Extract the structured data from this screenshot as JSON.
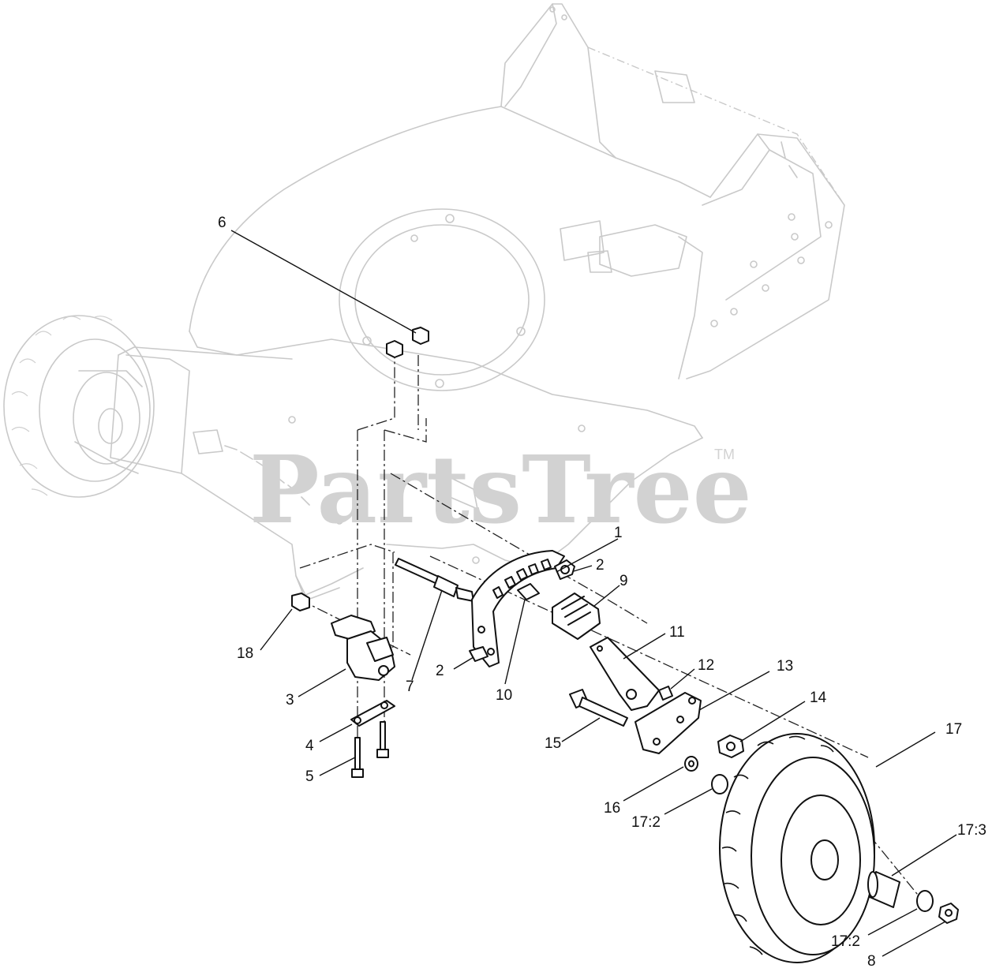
{
  "watermark": {
    "text": "PartsTree",
    "trademark": "TM"
  },
  "callouts": [
    {
      "id": "c6",
      "text": "6"
    },
    {
      "id": "c1",
      "text": "1"
    },
    {
      "id": "c2a",
      "text": "2"
    },
    {
      "id": "c9",
      "text": "9"
    },
    {
      "id": "c11",
      "text": "11"
    },
    {
      "id": "c18",
      "text": "18"
    },
    {
      "id": "c3",
      "text": "3"
    },
    {
      "id": "c7",
      "text": "7"
    },
    {
      "id": "c2b",
      "text": "2"
    },
    {
      "id": "c10",
      "text": "10"
    },
    {
      "id": "c12",
      "text": "12"
    },
    {
      "id": "c13",
      "text": "13"
    },
    {
      "id": "c14",
      "text": "14"
    },
    {
      "id": "c4",
      "text": "4"
    },
    {
      "id": "c5",
      "text": "5"
    },
    {
      "id": "c15",
      "text": "15"
    },
    {
      "id": "c17",
      "text": "17"
    },
    {
      "id": "c16",
      "text": "16"
    },
    {
      "id": "c172a",
      "text": "17:2"
    },
    {
      "id": "c173",
      "text": "17:3"
    },
    {
      "id": "c172b",
      "text": "17:2"
    },
    {
      "id": "c8",
      "text": "8"
    }
  ]
}
